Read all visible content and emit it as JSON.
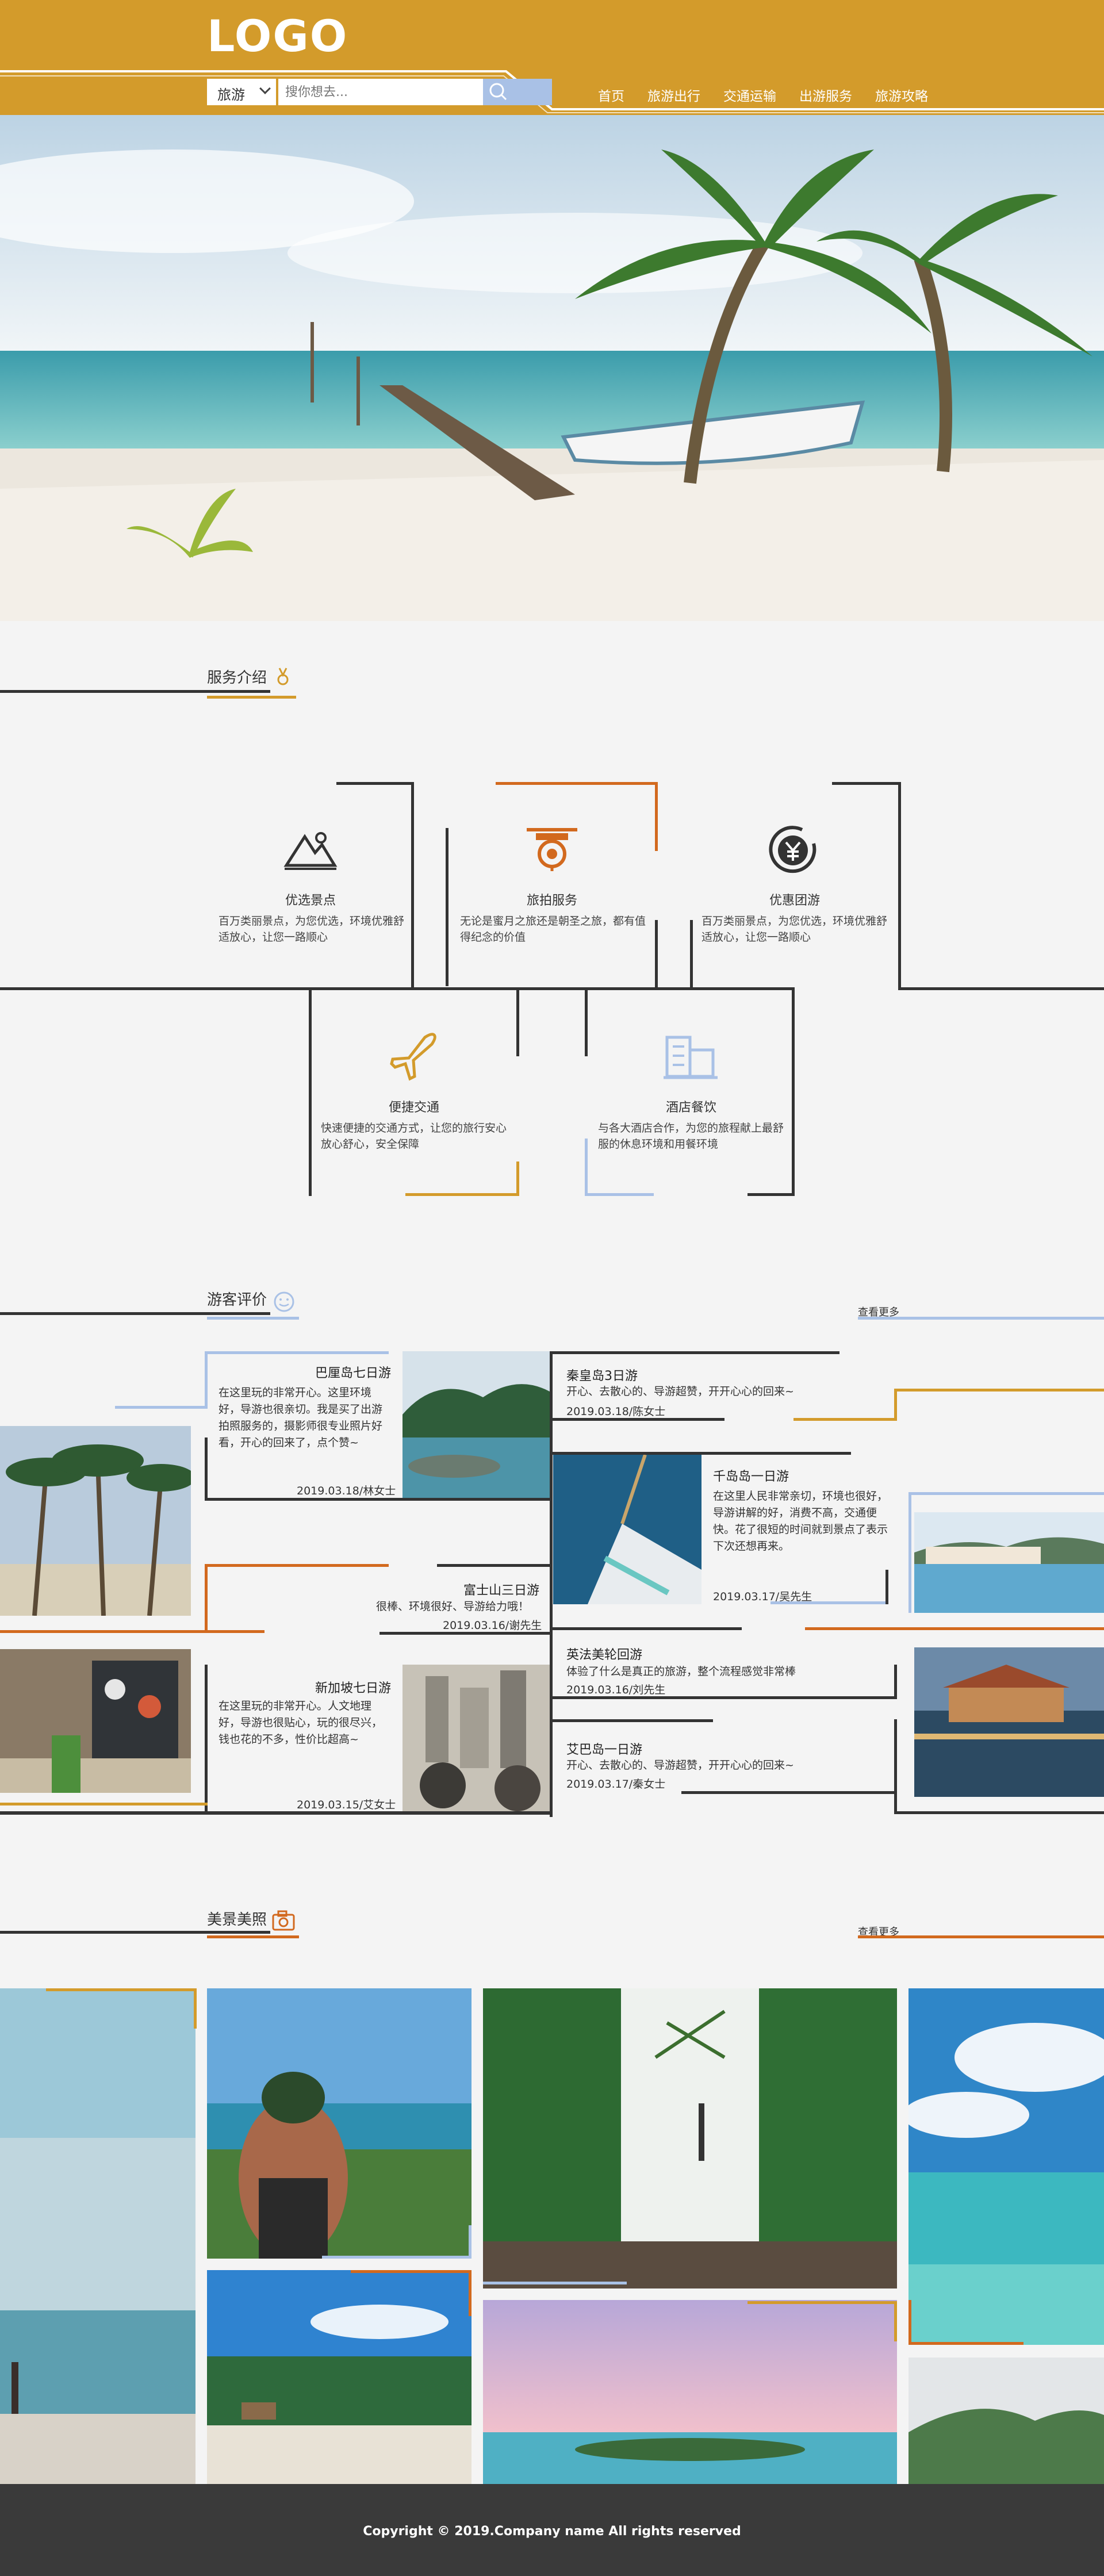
{
  "header": {
    "logo": "LOGO",
    "search": {
      "select_value": "旅游",
      "placeholder": "搜你想去..."
    },
    "nav": [
      "首页",
      "旅游出行",
      "交通运输",
      "出游服务",
      "旅游攻略"
    ]
  },
  "services": {
    "title": "服务介绍",
    "items": [
      {
        "title": "优选景点",
        "desc": "百万类丽景点，为您优选，环境优雅舒适放心，让您一路顺心",
        "icon": "mountain-icon"
      },
      {
        "title": "旅拍服务",
        "desc": "无论是蜜月之旅还是朝圣之旅，都有值得纪念的价值",
        "icon": "drone-icon"
      },
      {
        "title": "优惠团游",
        "desc": "百万类丽景点，为您优选，环境优雅舒适放心，让您一路顺心",
        "icon": "yen-icon"
      },
      {
        "title": "便捷交通",
        "desc": "快速便捷的交通方式，让您的旅行安心放心舒心，安全保障",
        "icon": "plane-icon"
      },
      {
        "title": "酒店餐饮",
        "desc": "与各大酒店合作，为您的旅程献上最舒服的休息环境和用餐环境",
        "icon": "building-icon"
      }
    ]
  },
  "reviews": {
    "title": "游客评价",
    "more": "查看更多",
    "items": [
      {
        "title": "巴厘岛七日游",
        "text": "在这里玩的非常开心。这里环境好，导游也很亲切。我是买了出游拍照服务的，摄影师很专业照片好看，开心的回来了，点个赞~",
        "date": "2019.03.18/林女士"
      },
      {
        "title": "秦皇岛3日游",
        "text": "开心、去散心的、导游超赞，开开心心的回来~",
        "date": "2019.03.18/陈女士"
      },
      {
        "title": "千岛岛一日游",
        "text": "在这里人民非常亲切，环境也很好，导游讲解的好，消费不高，交通便快。花了很短的时间就到景点了表示下次还想再来。",
        "date": "2019.03.17/吴先生"
      },
      {
        "title": "富士山三日游",
        "text": "很棒、环境很好、导游给力哦！",
        "date": "2019.03.16/谢先生"
      },
      {
        "title": "英法美轮回游",
        "text": "体验了什么是真正的旅游，整个流程感觉非常棒",
        "date": "2019.03.16/刘先生"
      },
      {
        "title": "新加坡七日游",
        "text": "在这里玩的非常开心。人文地理好，导游也很贴心，玩的很尽兴，钱也花的不多，性价比超高~",
        "date": "2019.03.15/艾女士"
      },
      {
        "title": "艾巴岛一日游",
        "text": "开心、去散心的、导游超赞，开开心心的回来~",
        "date": "2019.03.17/秦女士"
      }
    ]
  },
  "gallery": {
    "title": "美景美照",
    "more": "查看更多"
  },
  "footer": {
    "copyright": "Copyright © 2019.Company name All rights reserved"
  }
}
